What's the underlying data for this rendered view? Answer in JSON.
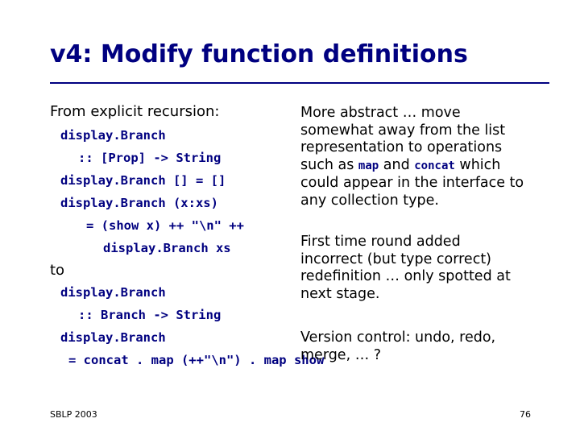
{
  "slide": {
    "title": "v4: Modify function definitions",
    "left": {
      "intro": "From explicit recursion:",
      "code_before": [
        "display.Branch",
        ":: [Prop] -> String",
        "display.Branch [] = []",
        "display.Branch (x:xs)",
        "= (show x) ++ \"\\n\" ++",
        "display.Branch xs"
      ],
      "to_label": "to",
      "code_after": [
        "display.Branch",
        ":: Branch -> String",
        "display.Branch",
        "= concat . map (++\"\\n\") . map show"
      ]
    },
    "right": {
      "para1": {
        "line1": "More abstract … move",
        "line2": "somewhat away from the list",
        "line3": "representation to operations",
        "line4_pre": "such as ",
        "line4_code1": "map",
        "line4_mid": " and ",
        "line4_code2": "concat",
        "line4_post": " which",
        "line5": "could appear in the interface to",
        "line6": "any collection type."
      },
      "para2": [
        "First time round added",
        "incorrect (but type correct)",
        "redefinition … only spotted at",
        "next stage."
      ],
      "para3": [
        "Version control: undo, redo,",
        "merge, … ?"
      ]
    },
    "footer": {
      "left": "SBLP 2003",
      "page": "76"
    }
  }
}
